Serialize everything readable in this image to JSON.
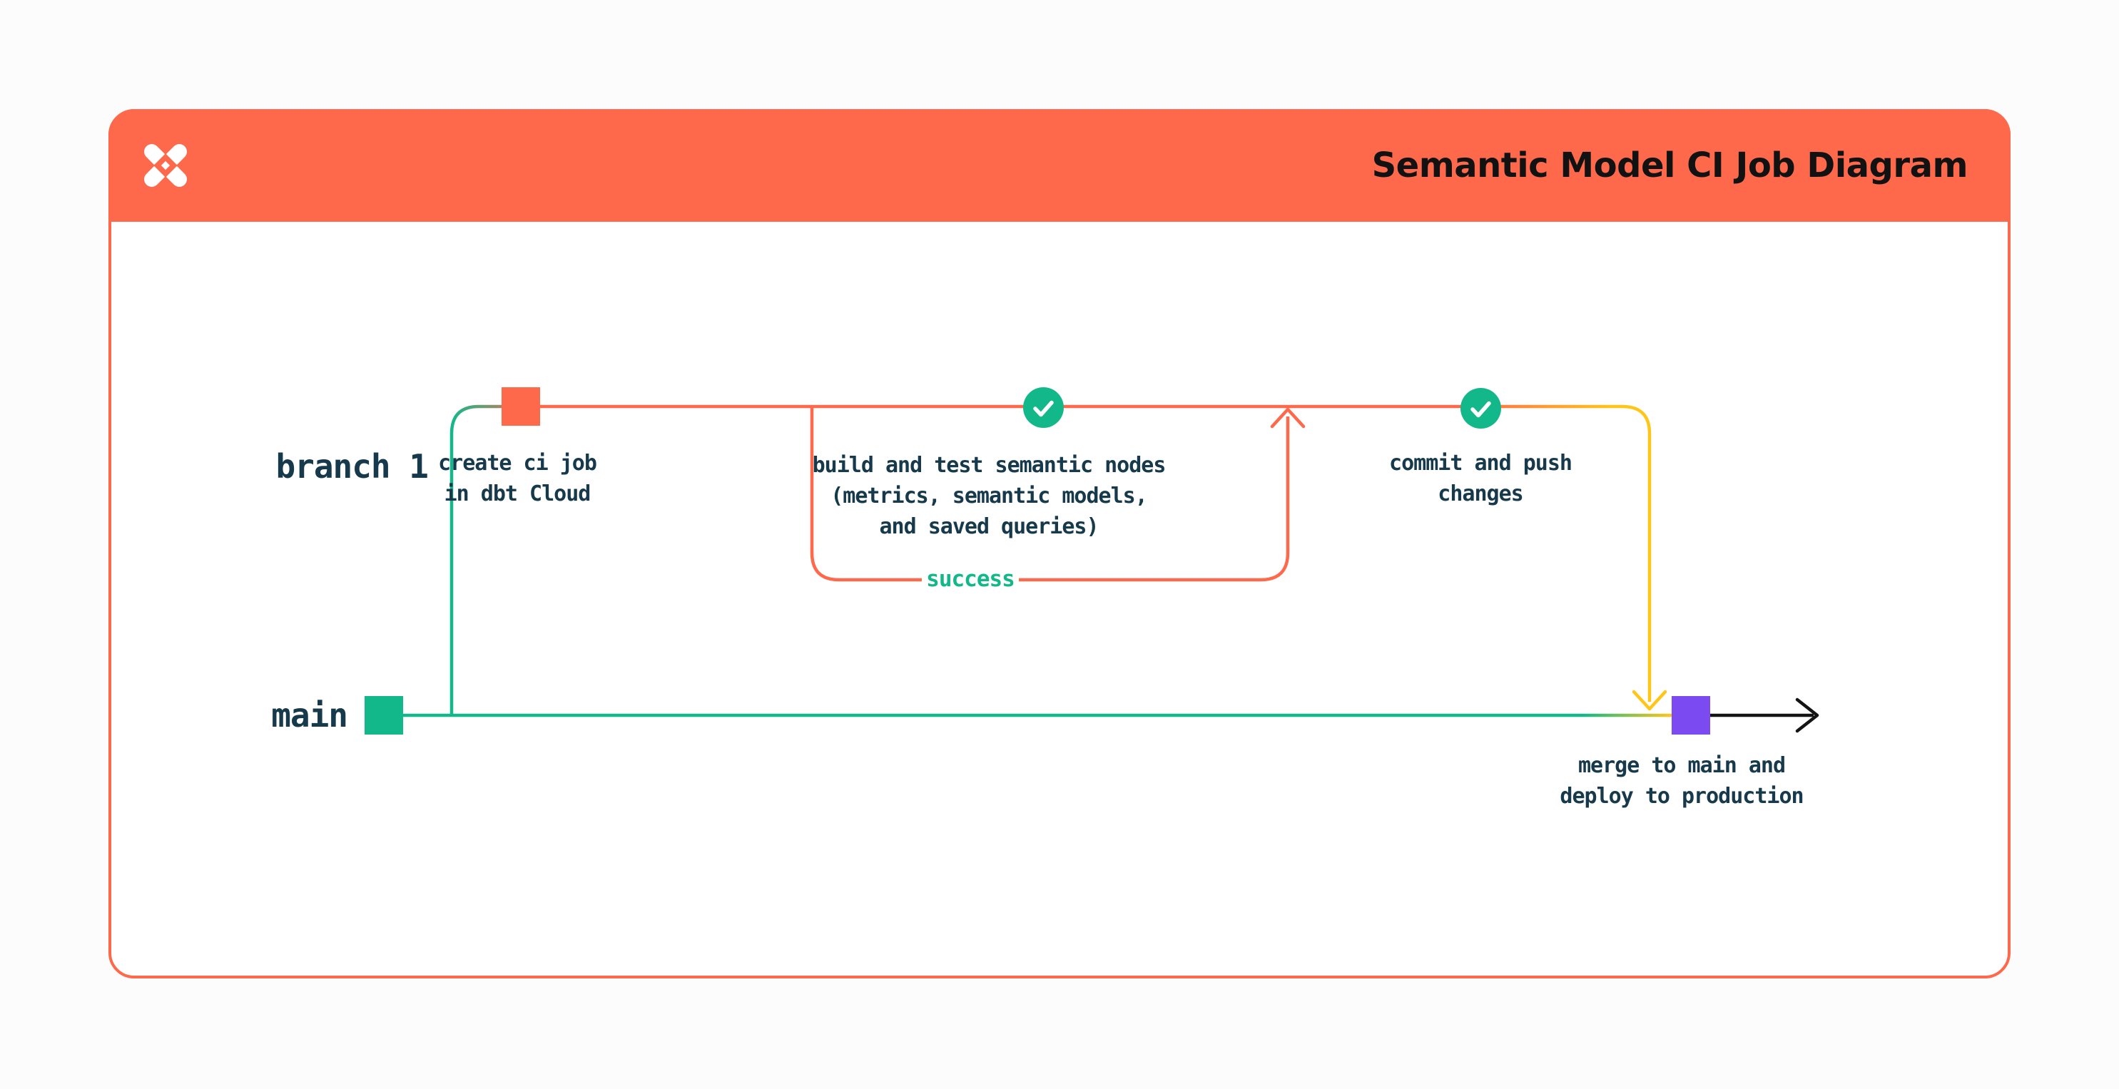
{
  "title": "Semantic Model CI Job Diagram",
  "labels": {
    "branch": "branch 1",
    "main": "main",
    "success": "success"
  },
  "nodes": {
    "create_ci": {
      "lines": [
        "create ci job",
        "in dbt Cloud"
      ]
    },
    "build_test": {
      "lines": [
        "build and test semantic nodes",
        "(metrics, semantic models,",
        "and saved queries)"
      ]
    },
    "commit_push": {
      "lines": [
        "commit and push",
        "changes"
      ]
    },
    "merge_deploy": {
      "lines": [
        "merge to main and",
        "deploy to production"
      ]
    }
  },
  "icons": {
    "logo": "dbt-logo",
    "check": "check-circle"
  },
  "colors": {
    "orange": "#FF694B",
    "green": "#13B88A",
    "yellow": "#FFC61A",
    "purple": "#7B4AF0",
    "text_dark": "#163A4C",
    "title_text": "#121212",
    "black": "#141414",
    "card_bg": "#FFFFFF",
    "page_bg": "#FCFCFC"
  }
}
